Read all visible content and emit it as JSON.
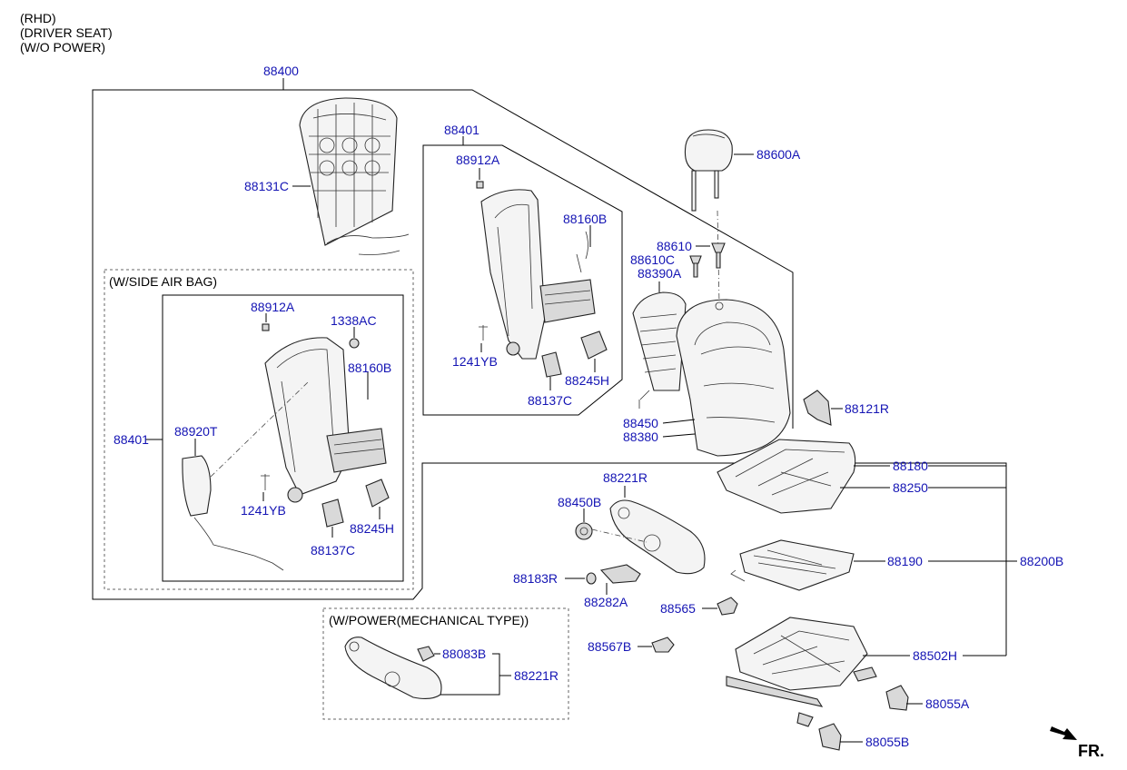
{
  "header": {
    "line1": "(RHD)",
    "line2": "(DRIVER SEAT)",
    "line3": "(W/O POWER)"
  },
  "notes": {
    "side_air_bag": "(W/SIDE AIR BAG)",
    "power_mechanical": "(W/POWER(MECHANICAL TYPE))"
  },
  "direction": {
    "label": "FR."
  },
  "parts": {
    "p88400": "88400",
    "p88131C": "88131C",
    "p88401_main": "88401",
    "p88912A_main": "88912A",
    "p88160B_main": "88160B",
    "p1241YB_main": "1241YB",
    "p88245H_main": "88245H",
    "p88137C_main": "88137C",
    "p88600A": "88600A",
    "p88610": "88610",
    "p88610C": "88610C",
    "p88390A": "88390A",
    "p88121R": "88121R",
    "p88450": "88450",
    "p88380": "88380",
    "p88180": "88180",
    "p88250": "88250",
    "p88200B": "88200B",
    "p88190": "88190",
    "p88502H": "88502H",
    "p88055A": "88055A",
    "p88055B": "88055B",
    "p88221R": "88221R",
    "p88450B": "88450B",
    "p88183R": "88183R",
    "p88282A": "88282A",
    "p88565": "88565",
    "p88567B": "88567B",
    "p88912A_bag": "88912A",
    "p1338AC": "1338AC",
    "p88160B_bag": "88160B",
    "p88401_bag": "88401",
    "p88920T": "88920T",
    "p1241YB_bag": "1241YB",
    "p88245H_bag": "88245H",
    "p88137C_bag": "88137C",
    "p88083B": "88083B",
    "p88221R_power": "88221R"
  },
  "icons": [
    "seat-back-frame-icon",
    "headrest-icon",
    "seat-cushion-icon",
    "seat-track-icon",
    "side-air-bag-icon",
    "recliner-cover-icon",
    "front-arrow-icon"
  ]
}
